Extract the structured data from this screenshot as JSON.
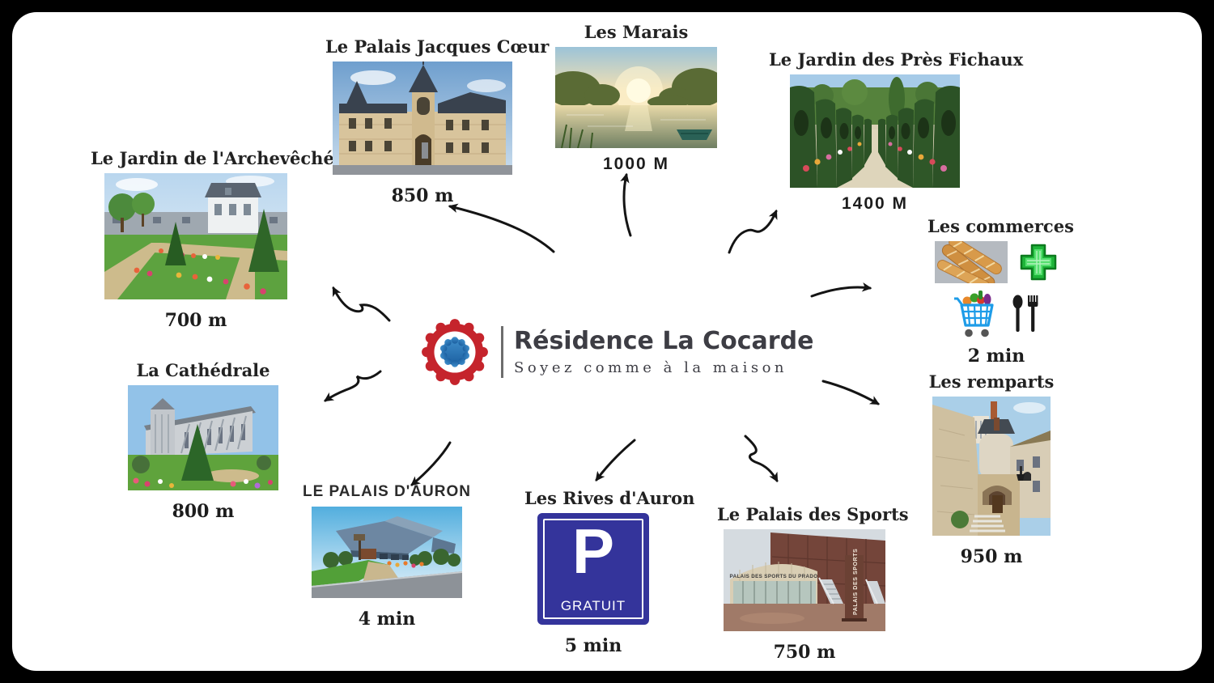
{
  "frame": {
    "background": "#000000",
    "card": "#ffffff"
  },
  "logo": {
    "title": "Résidence La Cocarde",
    "tagline": "Soyez comme à la maison"
  },
  "locations": {
    "archeveche": {
      "label": "Le Jardin de l'Archevêché",
      "distance": "700 m"
    },
    "jacques_coeur": {
      "label": "Le Palais Jacques Cœur",
      "distance": "850 m"
    },
    "marais": {
      "label": "Les Marais",
      "distance": "1000 M"
    },
    "pres_fichaux": {
      "label": "Le Jardin des Près Fichaux",
      "distance": "1400 M"
    },
    "commerces": {
      "label": "Les commerces",
      "distance": "2 min",
      "icons": [
        "baguettes-photo",
        "pharmacy-cross-icon",
        "shopping-cart-icon",
        "cutlery-icon"
      ]
    },
    "remparts": {
      "label": "Les remparts",
      "distance": "950 m"
    },
    "cathedrale": {
      "label": "La Cathédrale",
      "distance": "800 m"
    },
    "palais_auron": {
      "label": "LE PALAIS D'AURON",
      "distance": "4 min"
    },
    "rives_auron": {
      "label": "Les Rives d'Auron",
      "distance": "5 min",
      "sign_letter": "P",
      "sign_text": "GRATUIT"
    },
    "palais_sports": {
      "label": "Le Palais des Sports",
      "distance": "750 m",
      "building_sign": "PALAIS DES SPORTS DU PRADO",
      "pillar_sign": "PALAIS DES SPORTS"
    }
  },
  "colors": {
    "cocarde_red": "#c5242c",
    "cocarde_blue": "#2a6db5",
    "parking_blue": "#34349b",
    "pharmacy_green": "#1fb53a",
    "cart_blue": "#1e9ce8"
  }
}
